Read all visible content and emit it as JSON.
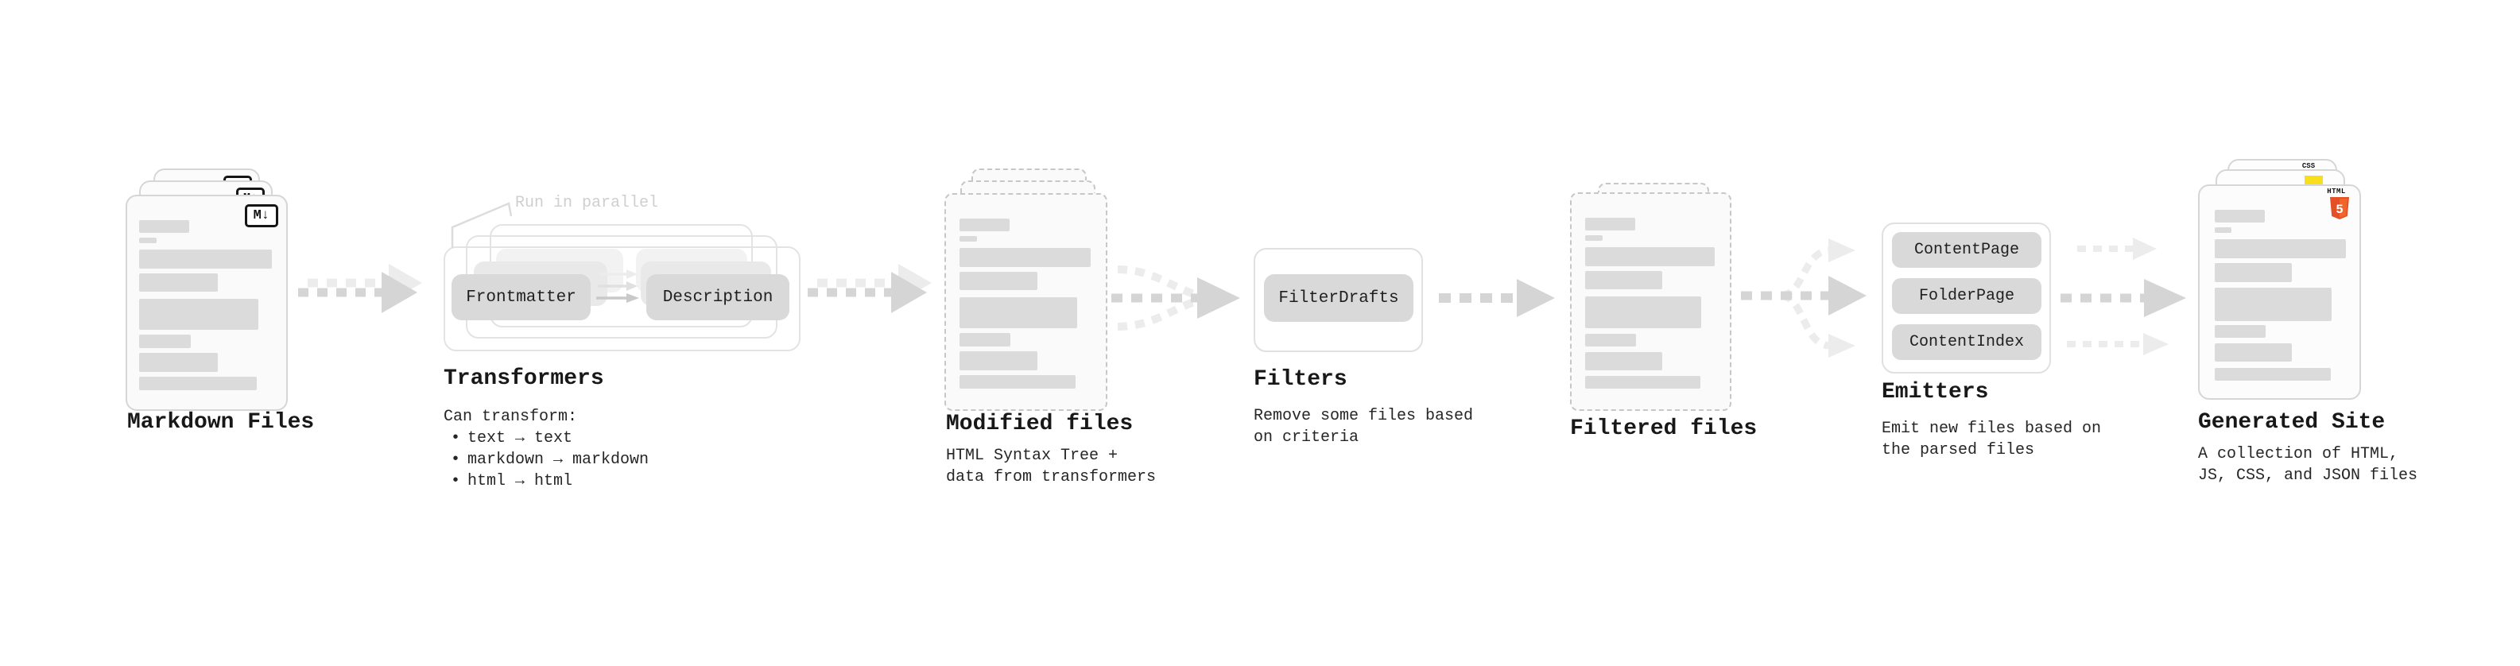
{
  "diagram": {
    "background": "#ffffff",
    "bullet_marker": "•"
  },
  "colors": {
    "pill_gray": "#d9d9d9",
    "bar_gray": "#dbdbdb",
    "arrow_gray": "#d5d5d5",
    "arrow_light": "#ececec",
    "html5_orange": "#e34f26",
    "js_yellow": "#f7df1e",
    "css_blue": "#2962ff"
  },
  "nodes": {
    "markdown_files": {
      "label": "Markdown Files",
      "badge": "M↓"
    },
    "transformers": {
      "label": "Transformers",
      "note": "Run in parallel",
      "pills": [
        "Frontmatter",
        "Description"
      ],
      "caption": "Can transform:",
      "bullets": [
        "text → text",
        "markdown → markdown",
        "html → html"
      ]
    },
    "modified_files": {
      "label": "Modified files",
      "caption_lines": [
        "HTML Syntax Tree +",
        "data from transformers"
      ]
    },
    "filters": {
      "label": "Filters",
      "pills": [
        "FilterDrafts"
      ],
      "caption_lines": [
        "Remove some files based",
        "on criteria"
      ]
    },
    "filtered_files": {
      "label": "Filtered files"
    },
    "emitters": {
      "label": "Emitters",
      "pills": [
        "ContentPage",
        "FolderPage",
        "ContentIndex"
      ],
      "caption_lines": [
        "Emit new files based on",
        "the parsed files"
      ]
    },
    "generated_site": {
      "label": "Generated Site",
      "badges": {
        "css": "CSS",
        "html": "HTML",
        "html_number": "5"
      },
      "caption_lines": [
        "A collection of HTML,",
        "JS, CSS, and JSON files"
      ]
    }
  }
}
